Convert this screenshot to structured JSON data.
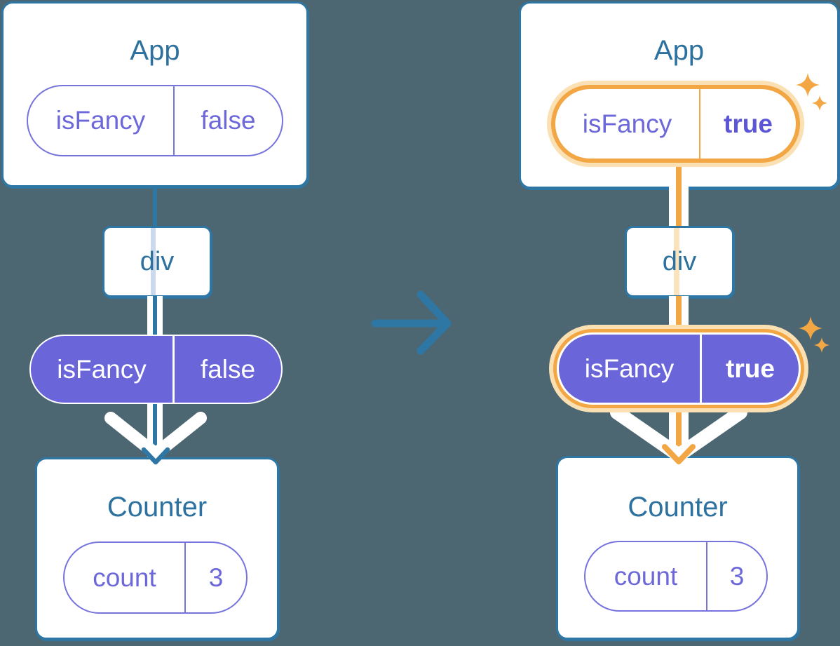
{
  "colors": {
    "background": "#4C6771",
    "teal": "#2E76A4",
    "title-text": "#2D719F",
    "purple-fill": "#6A66D9",
    "purple-text": "#6D68DA",
    "purple-bold-text": "#5C55D6",
    "purple-border": "#7673DD",
    "orange": "#F2A644",
    "orange-pale": "#FAE0B2",
    "faint-blue-line": "#CBD9EF",
    "faint-orange-line": "#FBE3BD"
  },
  "icons": {
    "transition": "arrow-right-icon",
    "highlight": "sparkle-icon"
  },
  "left_tree": {
    "app_card": {
      "title": "App",
      "pill": {
        "key": "isFancy",
        "value": "false"
      }
    },
    "div_node": {
      "title": "div"
    },
    "props_pill": {
      "key": "isFancy",
      "value": "false"
    },
    "counter_card": {
      "title": "Counter",
      "pill": {
        "key": "count",
        "value": "3"
      }
    }
  },
  "right_tree": {
    "app_card": {
      "title": "App",
      "pill": {
        "key": "isFancy",
        "value": "true"
      }
    },
    "div_node": {
      "title": "div"
    },
    "props_pill": {
      "key": "isFancy",
      "value": "true"
    },
    "counter_card": {
      "title": "Counter",
      "pill": {
        "key": "count",
        "value": "3"
      }
    }
  }
}
